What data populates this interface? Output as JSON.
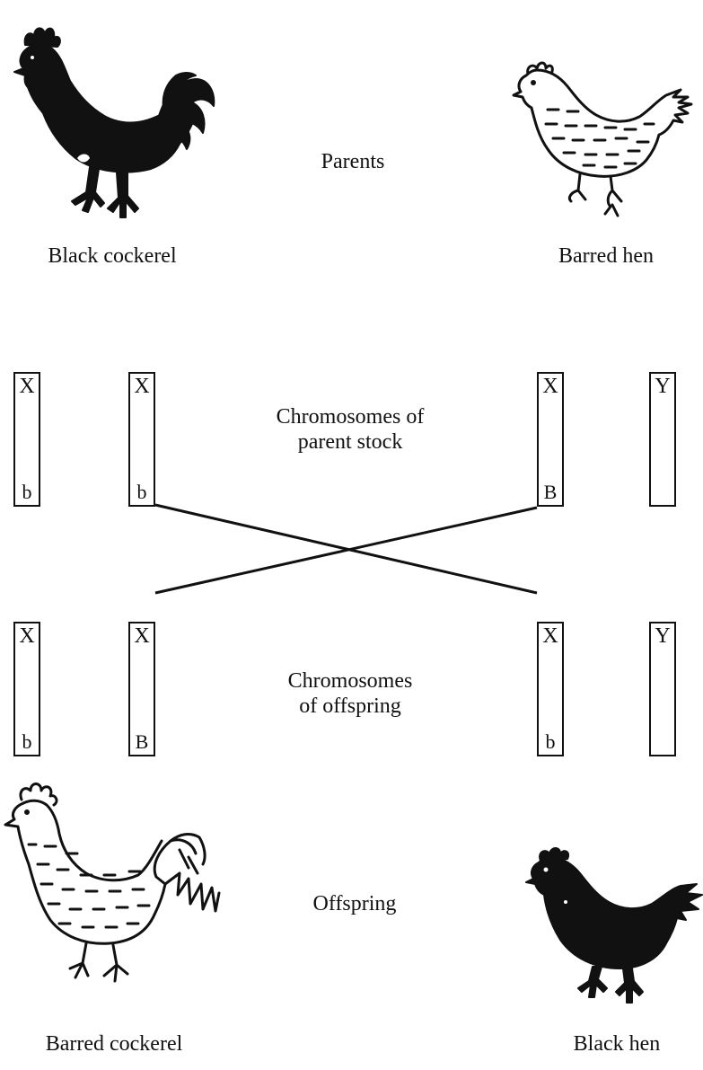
{
  "diagram": {
    "parents_label": "Parents",
    "parent_male_label": "Black cockerel",
    "parent_female_label": "Barred hen",
    "parent_chromosomes_label_line1": "Chromosomes of",
    "parent_chromosomes_label_line2": "parent stock",
    "offspring_chromosomes_label_line1": "Chromosomes",
    "offspring_chromosomes_label_line2": "of offspring",
    "offspring_label": "Offspring",
    "offspring_male_label": "Barred cockerel",
    "offspring_female_label": "Black hen",
    "parent_chromosomes": [
      {
        "top": "X",
        "gene": "b"
      },
      {
        "top": "X",
        "gene": "b"
      },
      {
        "top": "X",
        "gene": "B"
      },
      {
        "top": "Y",
        "gene": ""
      }
    ],
    "offspring_chromosomes": [
      {
        "top": "X",
        "gene": "b"
      },
      {
        "top": "X",
        "gene": "B"
      },
      {
        "top": "X",
        "gene": "b"
      },
      {
        "top": "Y",
        "gene": ""
      }
    ]
  }
}
